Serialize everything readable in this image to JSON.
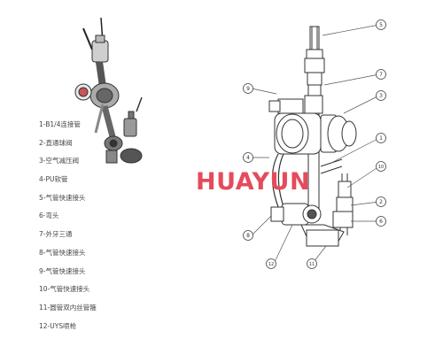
{
  "parts_list": [
    "1-B1/4连接管",
    "2-直通球阀",
    "3-空气减压阀",
    "4-PU软管",
    "5-气管快速接头",
    "6-弯头",
    "7-外牙三通",
    "8-气管快速接头",
    "9-气管快速接头",
    "10-气管快速接头",
    "11-圆管双内丝管箍",
    "12-UYS喷枪"
  ],
  "watermark": "HUAYUN",
  "callouts": {
    "c1": "1",
    "c2": "2",
    "c3": "3",
    "c4": "4",
    "c5": "5",
    "c6": "6",
    "c7": "7",
    "c8": "8",
    "c9": "9",
    "c10": "10",
    "c11": "11",
    "c12": "12"
  },
  "colors": {
    "watermark": "#e54b5a",
    "line": "#333333",
    "fill_dark": "#555555"
  }
}
